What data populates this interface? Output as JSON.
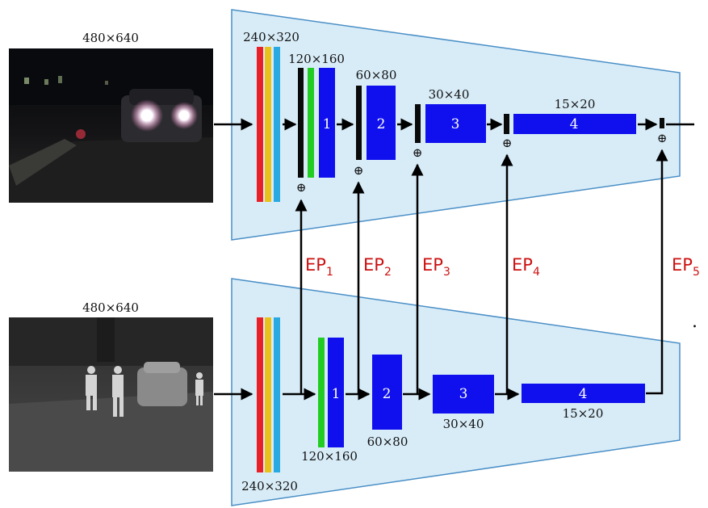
{
  "colors": {
    "encoder_fill": "#d8ecf8",
    "encoder_stroke": "#4a8fc6",
    "conv_red": "#e8202a",
    "conv_yellow": "#e8c11a",
    "conv_cyan": "#2aa9e0",
    "block_blue": "#1010ee",
    "bar_green": "#22cc22",
    "bar_black": "#0a0a0a",
    "ep_label": "#cc1111"
  },
  "rgb_stream": {
    "input_size": "480×640",
    "conv_size": "240×320",
    "block1_size": "120×160",
    "block2_size": "60×80",
    "block3_size": "30×40",
    "block4_size": "15×20",
    "block_labels": [
      "1",
      "2",
      "3",
      "4"
    ]
  },
  "thermal_stream": {
    "input_size": "480×640",
    "conv_size": "240×320",
    "block1_size": "120×160",
    "block2_size": "60×80",
    "block3_size": "30×40",
    "block4_size": "15×20",
    "block_labels": [
      "1",
      "2",
      "3",
      "4"
    ]
  },
  "fusion": {
    "symbol": "⊕",
    "ep_letters": "EP",
    "ep_indices": [
      "1",
      "2",
      "3",
      "4",
      "5"
    ]
  },
  "stray_mark": "."
}
